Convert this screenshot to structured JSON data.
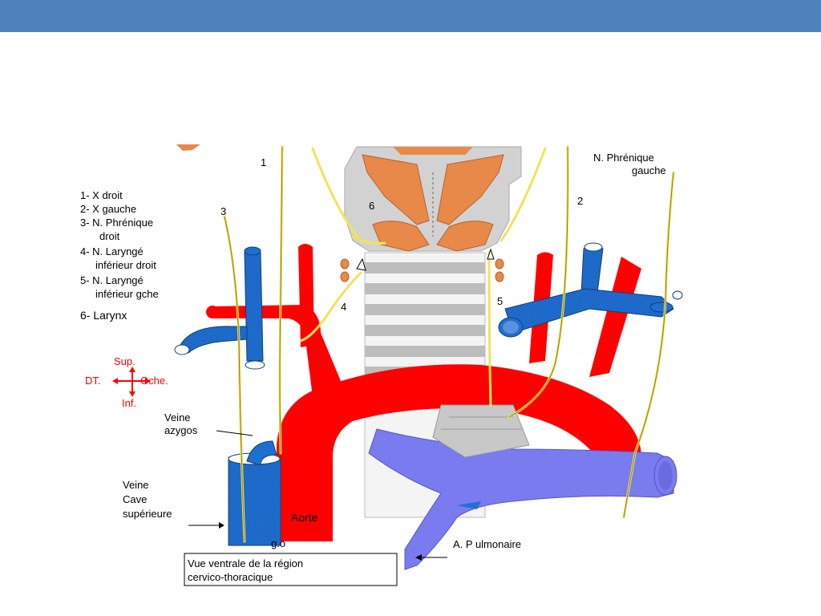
{
  "colors": {
    "header_bar": "#4f81bd",
    "artery": "#ff0000",
    "vein": "#1f6fd1",
    "pulmonary": "#7b7bf0",
    "nerve": "#f2e35a",
    "muscle": "#e8894a",
    "cartilage": "#d4d4d4"
  },
  "legend": {
    "items": [
      "1- X droit",
      "2- X gauche",
      "3- N. Phrénique",
      "droit",
      "4- N. Laryngé",
      "inférieur droit",
      "5- N. Laryngé",
      "inférieur gche",
      "6- Larynx"
    ]
  },
  "orientation": {
    "sup": "Sup.",
    "inf": "Inf.",
    "right": "DT.",
    "left": "Gche."
  },
  "labels": {
    "n1": "1",
    "n2": "2",
    "n3": "3",
    "n4": "4",
    "n5": "5",
    "n6": "6",
    "phrenic_left_1": "N. Phrénique",
    "phrenic_left_2": "gauche",
    "azygos_1": "Veine",
    "azygos_2": "azygos",
    "vcs_1": "Veine",
    "vcs_2": "Cave",
    "vcs_3": "supérieure",
    "aorte": "Aorte",
    "pulmonaire": "A. P ulmonaire",
    "go": "g.o"
  },
  "caption": {
    "line1": "Vue ventrale de la région",
    "line2": "cervico-thoracique"
  }
}
